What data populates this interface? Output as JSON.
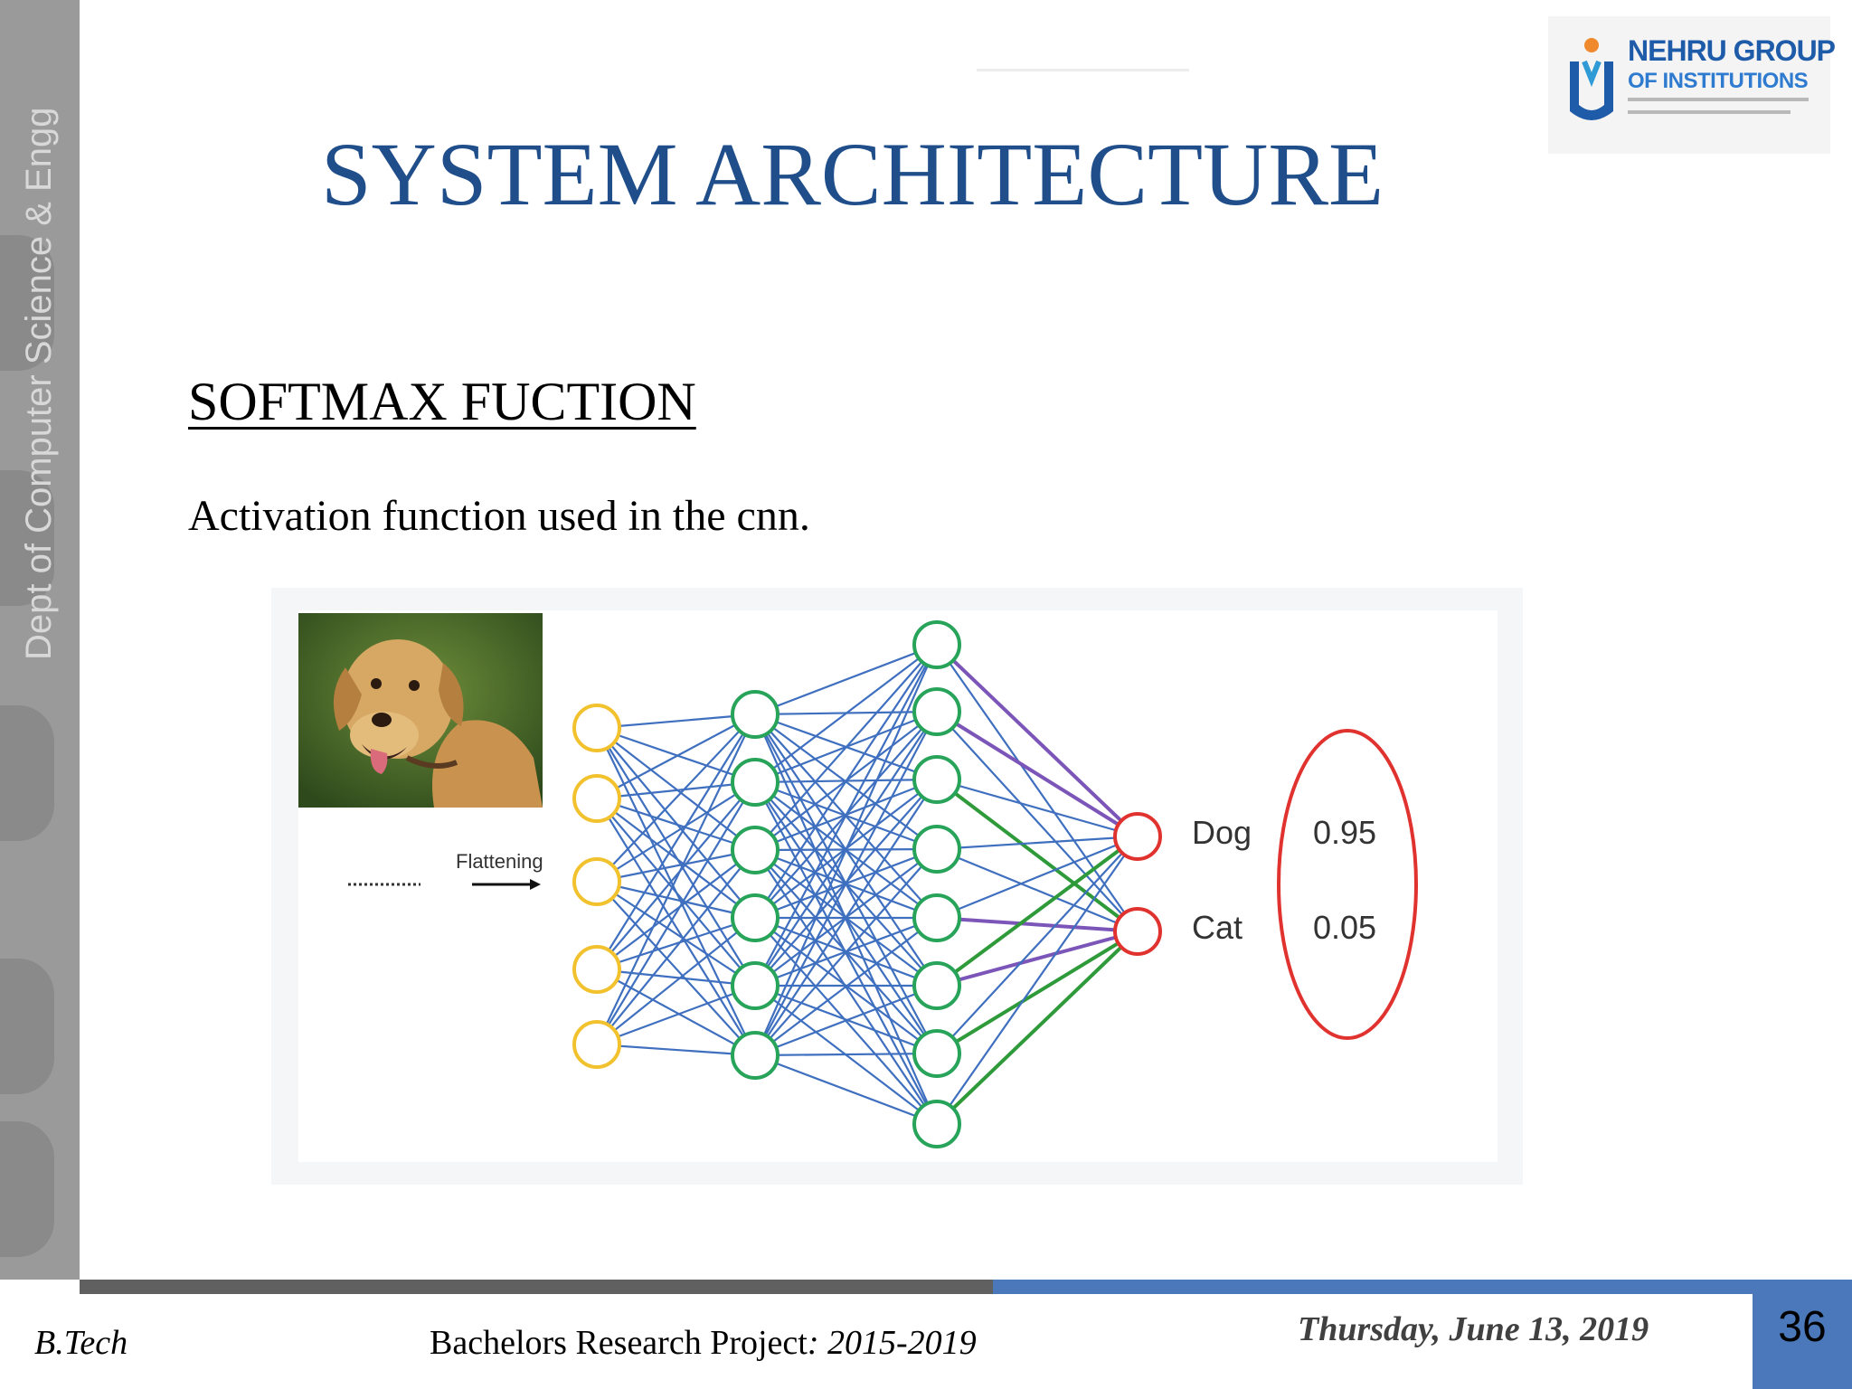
{
  "sidebar": {
    "text": "Dept of Computer Science & Engg"
  },
  "logo": {
    "line1": "NEHRU GROUP",
    "line2": "OF INSTITUTIONS"
  },
  "slide": {
    "title": "SYSTEM ARCHITECTURE",
    "subtitle": "SOFTMAX FUCTION",
    "description": "Activation function used in the cnn."
  },
  "diagram": {
    "flatten_label": "Flattening",
    "outputs": [
      {
        "label": "Dog",
        "value": "0.95"
      },
      {
        "label": "Cat",
        "value": "0.05"
      }
    ],
    "colors": {
      "input_node": "#f2c12e",
      "hidden_node": "#27a35a",
      "output_node": "#e0322e",
      "edge": "#3f6fbf",
      "purple_edge": "#7b55b8",
      "green_edge": "#2f9a3a",
      "ellipse": "#e0322e"
    }
  },
  "footer": {
    "left": "B.Tech",
    "middle_prefix": "Bachelors Research Project",
    "middle_suffix": ": 2015-2019",
    "date": "Thursday, June 13, 2019",
    "page_number": "36"
  }
}
